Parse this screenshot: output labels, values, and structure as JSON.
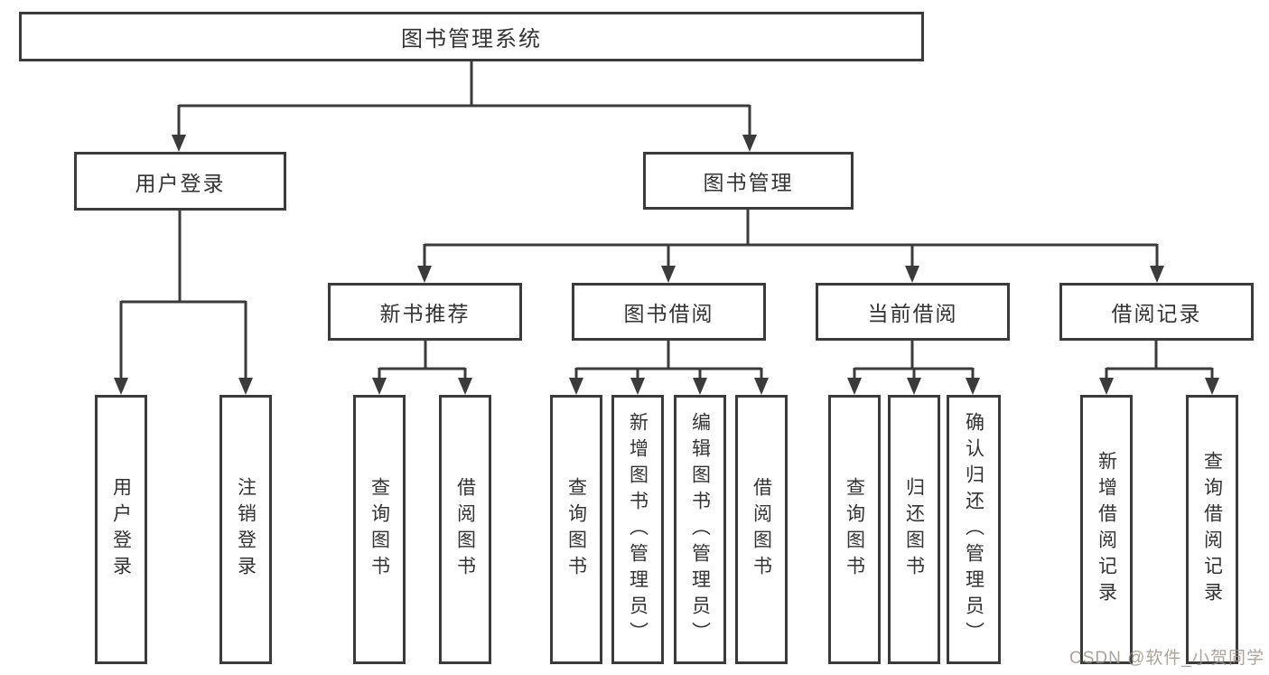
{
  "diagram": {
    "root": {
      "label": "图书管理系统"
    },
    "level2": [
      {
        "label": "用户登录"
      },
      {
        "label": "图书管理"
      }
    ],
    "level3": [
      {
        "label": "新书推荐"
      },
      {
        "label": "图书借阅"
      },
      {
        "label": "当前借阅"
      },
      {
        "label": "借阅记录"
      }
    ],
    "leaves": {
      "user_login": [
        {
          "label": "用户登录"
        },
        {
          "label": "注销登录"
        }
      ],
      "new_book_recommend": [
        {
          "label": "查询图书"
        },
        {
          "label": "借阅图书"
        }
      ],
      "book_borrowing": [
        {
          "label": "查询图书"
        },
        {
          "label": "新增图书（管理员）"
        },
        {
          "label": "编辑图书（管理员）"
        },
        {
          "label": "借阅图书"
        }
      ],
      "current_borrowing": [
        {
          "label": "查询图书"
        },
        {
          "label": "归还图书"
        },
        {
          "label": "确认归还（管理员）"
        }
      ],
      "borrowing_records": [
        {
          "label": "新增借阅记录"
        },
        {
          "label": "查询借阅记录"
        }
      ]
    },
    "watermark": "CSDN @软件_小贺同学"
  },
  "colors": {
    "line": "#3b3b3b",
    "text": "#333333",
    "background": "#ffffff",
    "watermark": "#9e9389"
  }
}
